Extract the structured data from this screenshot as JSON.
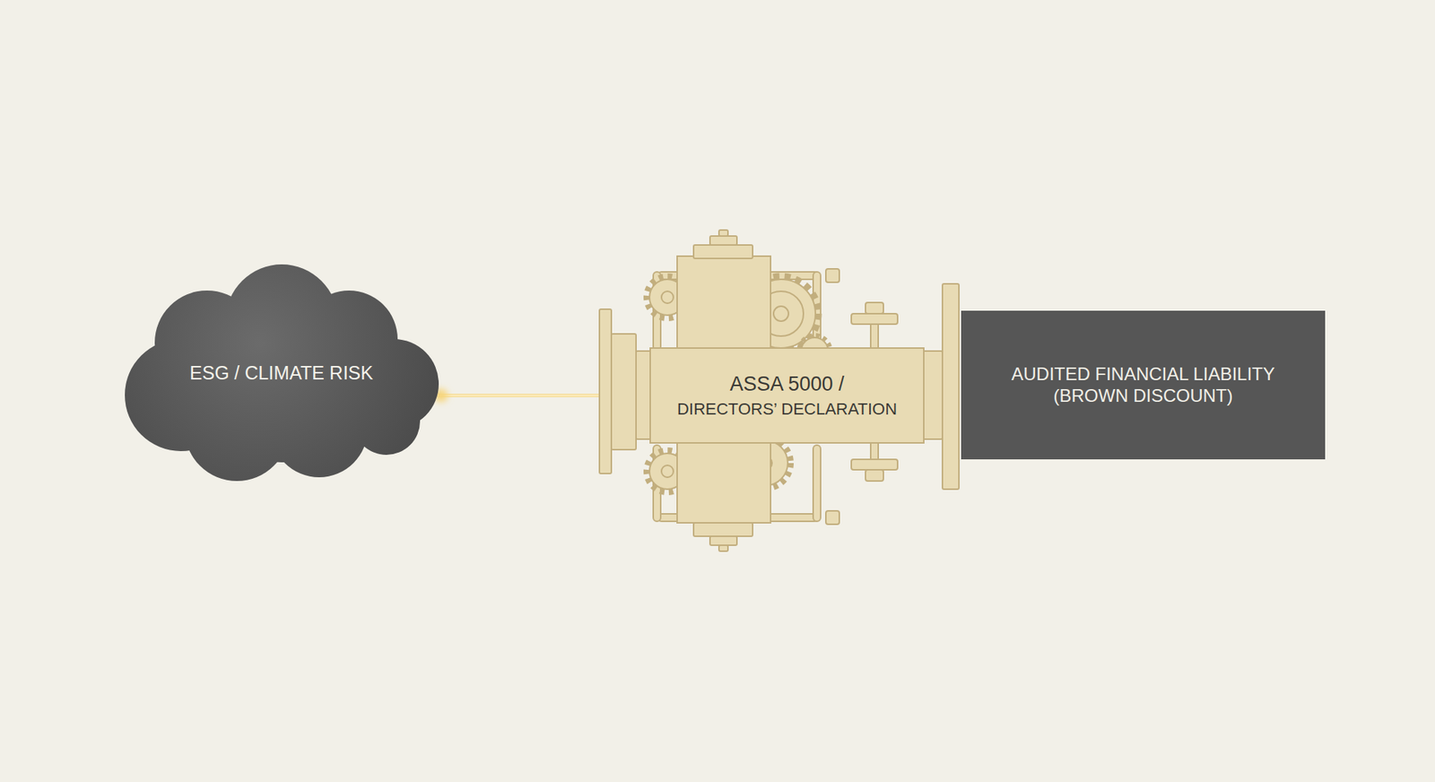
{
  "diagram": {
    "nodes": [
      {
        "text": [
          "ESG / CLIMATE RISK"
        ]
      },
      {
        "text": [
          "ASSA 5000 /",
          "DIRECTORS’ DECLARATION"
        ]
      },
      {
        "text": [
          "AUDITED FINANCIAL LIABILITY (BROWN DISCOUNT)"
        ]
      }
    ],
    "edges": [
      {
        "from": 0,
        "to": 1,
        "arrow": "none"
      }
    ]
  }
}
